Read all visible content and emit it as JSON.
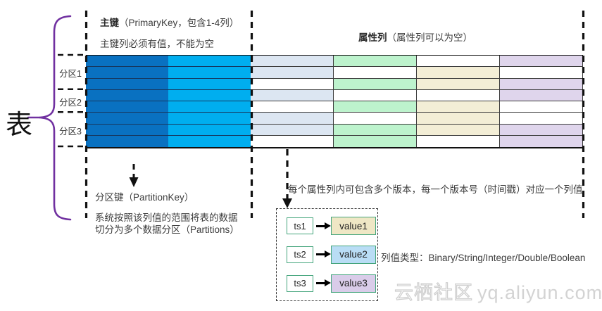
{
  "table_label": "表",
  "primary_key": {
    "title_bold": "主键",
    "title_rest": "（PrimaryKey，包含1-4列）",
    "subtitle": "主键列必须有值，不能为空"
  },
  "attribute_columns": {
    "title_bold": "属性列",
    "title_rest": "（属性列可以为空）"
  },
  "partitions": [
    {
      "label": "分区1"
    },
    {
      "label": "分区2"
    },
    {
      "label": "分区3"
    }
  ],
  "partition_key": {
    "title": "分区键（PartitionKey）",
    "description_line1": "系统按照该列值的范围将表的数据",
    "description_line2": "切分为多个数据分区（Partitions）"
  },
  "versions_note": "每个属性列内可包含多个版本，每一个版本号（时间戳）对应一个列值",
  "value_types_note": "列值类型：Binary/String/Integer/Double/Boolean",
  "versions_box": {
    "items": [
      {
        "ts": "ts1",
        "value": "value1",
        "value_color": "#efe7c5"
      },
      {
        "ts": "ts2",
        "value": "value2",
        "value_color": "#b9ddf5"
      },
      {
        "ts": "ts3",
        "value": "value3",
        "value_color": "#d9cce9"
      }
    ]
  },
  "watermark": {
    "cn": "云栖社区",
    "en": "yq.aliyun.com"
  },
  "grid": {
    "colors": {
      "dark": "#0971c1",
      "cyan": "#00aeef",
      "blue": "#dce6f2",
      "green": "#bdf3cd",
      "tan": "#f3eed6",
      "purple": "#dfd5ec",
      "white": "#ffffff"
    },
    "row_groups": [
      3,
      2,
      3
    ],
    "rows": [
      [
        "dark",
        "cyan",
        "blue",
        "green",
        "white",
        "purple"
      ],
      [
        "dark",
        "cyan",
        "blue",
        "white",
        "tan",
        "white"
      ],
      [
        "dark",
        "cyan",
        "white",
        "green",
        "tan",
        "purple"
      ],
      [
        "dark",
        "cyan",
        "blue",
        "white",
        "white",
        "purple"
      ],
      [
        "dark",
        "cyan",
        "white",
        "green",
        "tan",
        "white"
      ],
      [
        "dark",
        "cyan",
        "blue",
        "white",
        "tan",
        "white"
      ],
      [
        "dark",
        "cyan",
        "blue",
        "green",
        "tan",
        "purple"
      ],
      [
        "dark",
        "cyan",
        "white",
        "green",
        "white",
        "purple"
      ]
    ],
    "accent_brace_color": "#7030a0"
  }
}
